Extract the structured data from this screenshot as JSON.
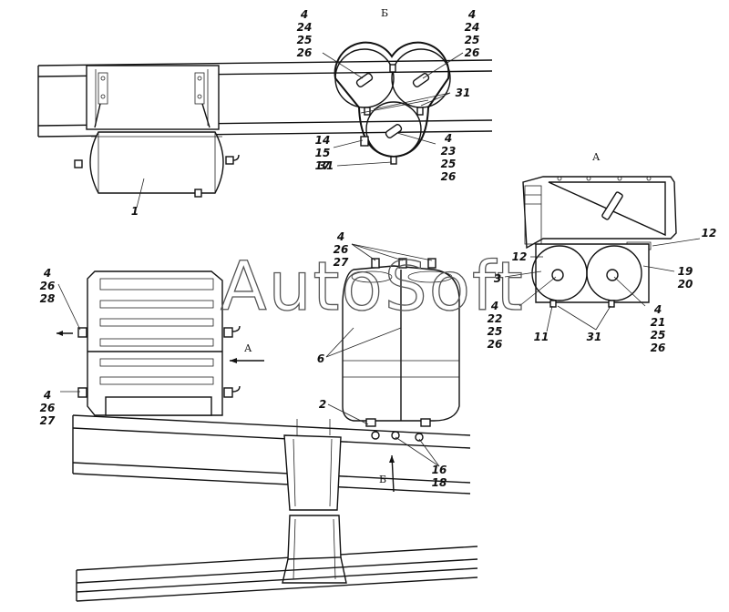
{
  "watermark": "AutoSoft",
  "views": {
    "b": "Б",
    "a": "А"
  },
  "arrows": {
    "a": "А",
    "b": "Б"
  },
  "callouts": [
    {
      "id": "c1",
      "lines": [
        "4",
        "24",
        "25",
        "26"
      ]
    },
    {
      "id": "c2",
      "lines": [
        "4",
        "24",
        "25",
        "26"
      ]
    },
    {
      "id": "c3",
      "lines": [
        "31"
      ]
    },
    {
      "id": "c4",
      "lines": [
        "14",
        "15",
        "17"
      ]
    },
    {
      "id": "c5",
      "lines": [
        "4",
        "23",
        "25",
        "26"
      ]
    },
    {
      "id": "c6",
      "lines": [
        "31"
      ]
    },
    {
      "id": "c7",
      "lines": [
        "1"
      ]
    },
    {
      "id": "c8",
      "lines": [
        "12"
      ]
    },
    {
      "id": "c9",
      "lines": [
        "12"
      ]
    },
    {
      "id": "c10",
      "lines": [
        "3"
      ]
    },
    {
      "id": "c11",
      "lines": [
        "19",
        "20"
      ]
    },
    {
      "id": "c12",
      "lines": [
        "4",
        "22",
        "25",
        "26"
      ]
    },
    {
      "id": "c13",
      "lines": [
        "11"
      ]
    },
    {
      "id": "c14",
      "lines": [
        "31"
      ]
    },
    {
      "id": "c15",
      "lines": [
        "4",
        "21",
        "25",
        "26"
      ]
    },
    {
      "id": "c16",
      "lines": [
        "4",
        "26",
        "27"
      ]
    },
    {
      "id": "c17",
      "lines": [
        "4",
        "26",
        "28"
      ]
    },
    {
      "id": "c18",
      "lines": [
        "6"
      ]
    },
    {
      "id": "c19",
      "lines": [
        "4",
        "26",
        "27"
      ]
    },
    {
      "id": "c20",
      "lines": [
        "2"
      ]
    },
    {
      "id": "c21",
      "lines": [
        "16",
        "18"
      ]
    }
  ]
}
